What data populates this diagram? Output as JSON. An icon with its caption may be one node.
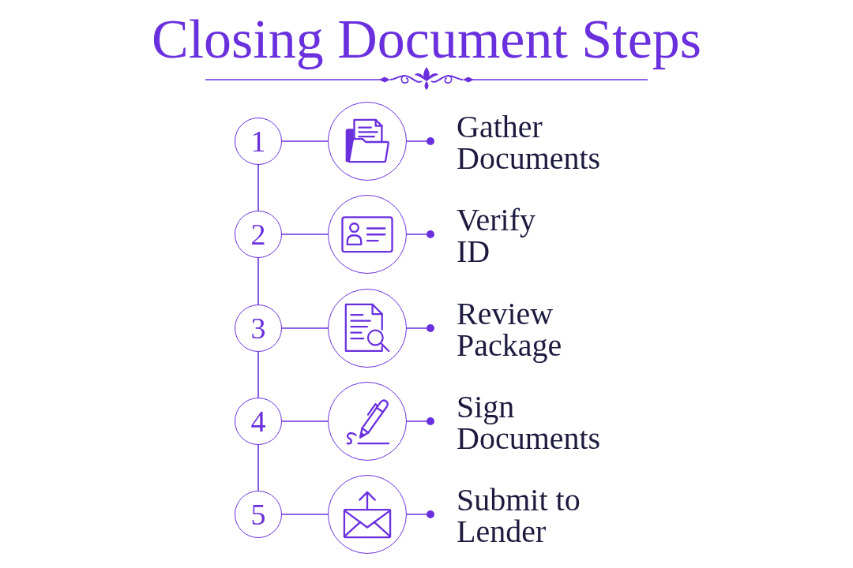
{
  "diagram": {
    "title": "Closing Document Steps",
    "nodes": [
      {
        "text": [
          "1"
        ]
      },
      {
        "text": [],
        "shape": "circle"
      },
      {
        "text": [
          "Gather Documents"
        ]
      },
      {
        "text": [
          "2"
        ]
      },
      {
        "text": [],
        "shape": "circle"
      },
      {
        "text": [
          "Verify ID"
        ]
      },
      {
        "text": [
          "3"
        ]
      },
      {
        "text": [],
        "shape": "circle"
      },
      {
        "text": [
          "Review Package"
        ]
      },
      {
        "text": [
          "4"
        ]
      },
      {
        "text": [],
        "shape": "circle"
      },
      {
        "text": [
          "Sign Documents"
        ]
      },
      {
        "text": [
          "5"
        ]
      },
      {
        "text": [],
        "shape": "circle"
      },
      {
        "text": [
          "Submit to Lender"
        ]
      }
    ],
    "edges": [
      {
        "from": 0,
        "to": 1,
        "arrow": "none"
      },
      {
        "from": 1,
        "to": 2,
        "arrow": "other"
      },
      {
        "from": 0,
        "to": 3,
        "arrow": "none"
      },
      {
        "from": 3,
        "to": 4,
        "arrow": "none"
      },
      {
        "from": 4,
        "to": 5,
        "arrow": "other"
      },
      {
        "from": 3,
        "to": 6,
        "arrow": "none"
      },
      {
        "from": 6,
        "to": 7,
        "arrow": "none"
      },
      {
        "from": 7,
        "to": 8,
        "arrow": "other"
      },
      {
        "from": 6,
        "to": 9,
        "arrow": "none"
      },
      {
        "from": 9,
        "to": 10,
        "arrow": "none"
      },
      {
        "from": 10,
        "to": 11,
        "arrow": "other"
      },
      {
        "from": 9,
        "to": 12,
        "arrow": "none"
      },
      {
        "from": 12,
        "to": 13,
        "arrow": "none"
      },
      {
        "from": 13,
        "to": 14,
        "arrow": "other"
      }
    ]
  }
}
